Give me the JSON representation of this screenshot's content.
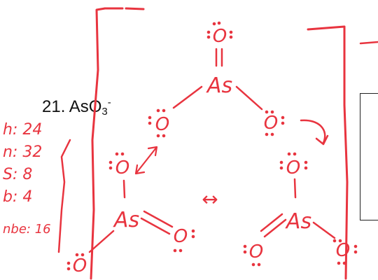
{
  "problem": {
    "number": "21.",
    "formula_base": "AsO",
    "formula_sub": "3",
    "formula_sup": "-"
  },
  "tally": {
    "h": "h: 24",
    "n": "n: 32",
    "s": "S: 8",
    "b": "b: 4",
    "nbe": "nbe: 16"
  },
  "atoms": {
    "central": "As",
    "oxygen": "O"
  },
  "resonance_symbol": "↔",
  "colors": {
    "ink": "#e8343f",
    "print": "#111111",
    "frame": "#222222"
  }
}
